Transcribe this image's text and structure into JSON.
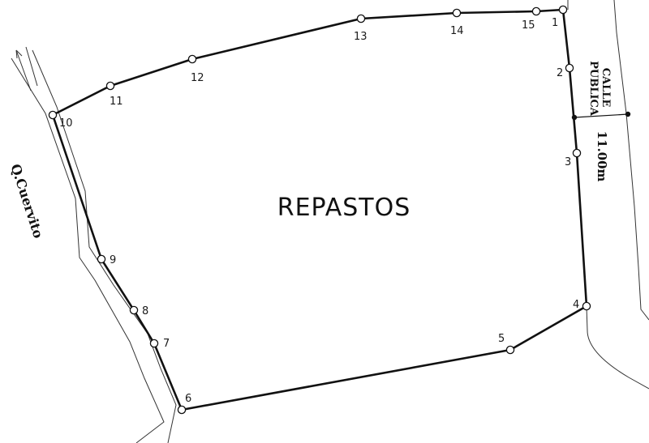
{
  "plan": {
    "area_name": "REPASTOS",
    "road_label_line1": "CALLE",
    "road_label_line2": "PUBLICA",
    "road_width": "11.00m",
    "creek_label": "Q.Cuervito",
    "vertices": [
      {
        "id": "1",
        "label": "1"
      },
      {
        "id": "2",
        "label": "2"
      },
      {
        "id": "3",
        "label": "3"
      },
      {
        "id": "4",
        "label": "4"
      },
      {
        "id": "5",
        "label": "5"
      },
      {
        "id": "6",
        "label": "6"
      },
      {
        "id": "7",
        "label": "7"
      },
      {
        "id": "8",
        "label": "8"
      },
      {
        "id": "9",
        "label": "9"
      },
      {
        "id": "10",
        "label": "10"
      },
      {
        "id": "11",
        "label": "11"
      },
      {
        "id": "12",
        "label": "12"
      },
      {
        "id": "13",
        "label": "13"
      },
      {
        "id": "14",
        "label": "14"
      },
      {
        "id": "15",
        "label": "15"
      }
    ]
  }
}
